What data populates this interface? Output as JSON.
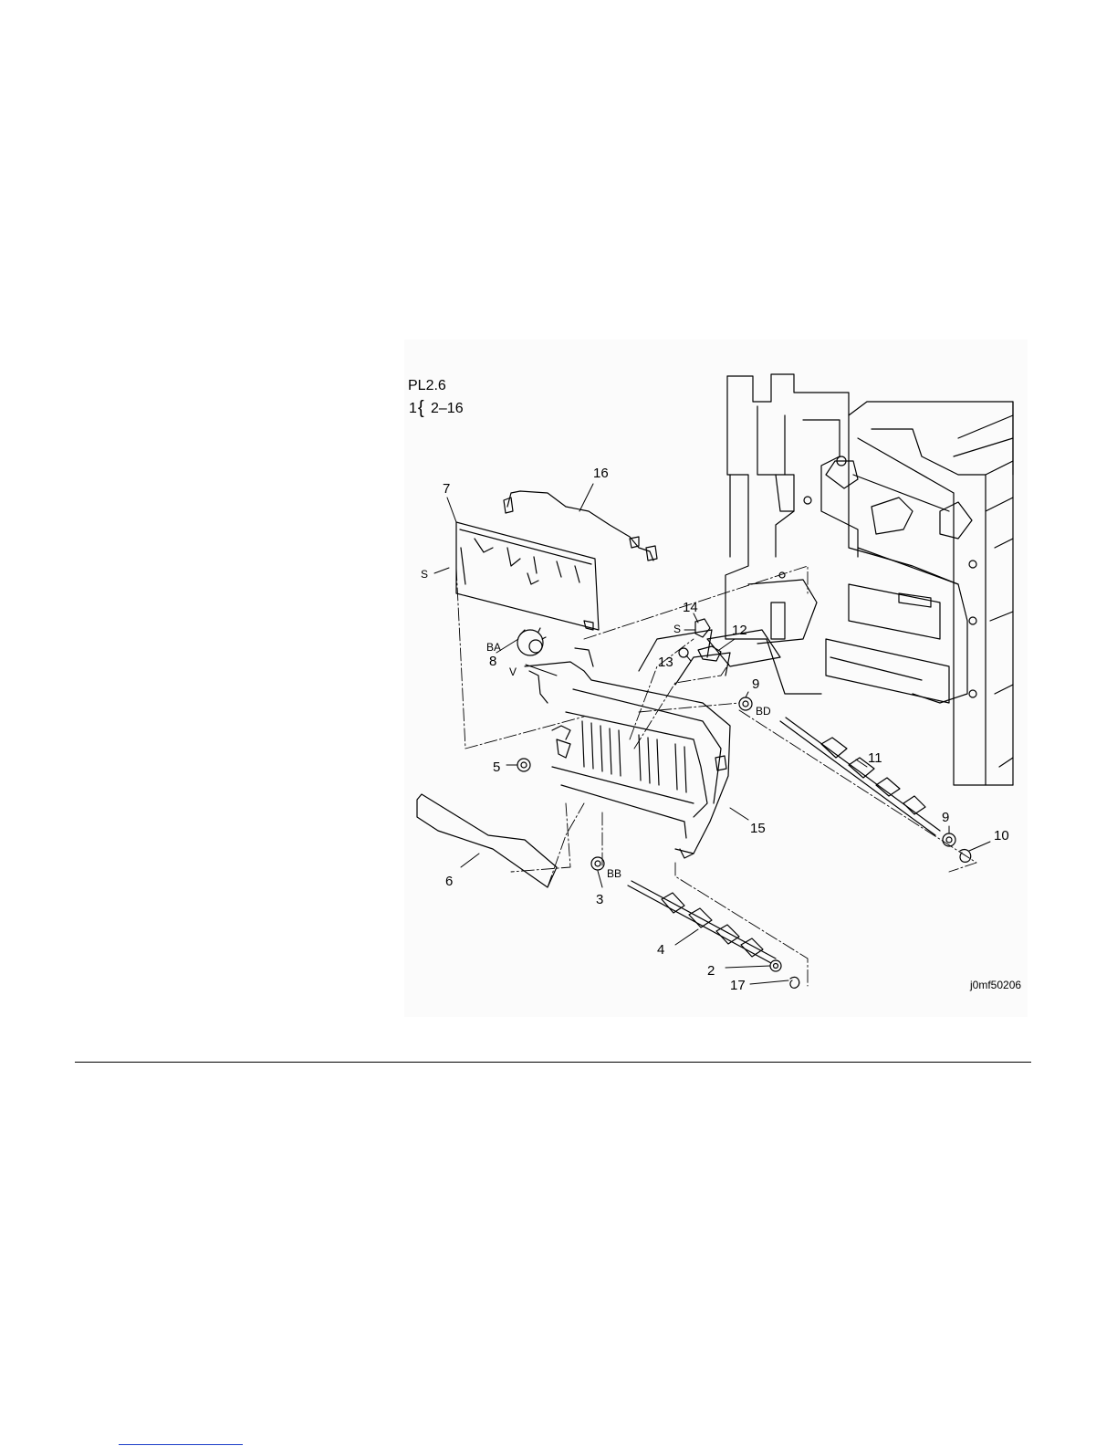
{
  "figure": {
    "plate_label": "PL2.6",
    "assembly_item": "1",
    "assembly_range": "2–16",
    "image_code": "j0mf50206",
    "callouts": [
      {
        "id": "c16",
        "text": "16"
      },
      {
        "id": "c7",
        "text": "7"
      },
      {
        "id": "cS1",
        "text": "S"
      },
      {
        "id": "cBA",
        "text": "BA"
      },
      {
        "id": "c8",
        "text": "8"
      },
      {
        "id": "cV",
        "text": "V"
      },
      {
        "id": "c14",
        "text": "14"
      },
      {
        "id": "cS2",
        "text": "S"
      },
      {
        "id": "c12",
        "text": "12"
      },
      {
        "id": "c13",
        "text": "13"
      },
      {
        "id": "c9a",
        "text": "9"
      },
      {
        "id": "cBD",
        "text": "BD"
      },
      {
        "id": "c11",
        "text": "11"
      },
      {
        "id": "c5",
        "text": "5"
      },
      {
        "id": "c15",
        "text": "15"
      },
      {
        "id": "c9b",
        "text": "9"
      },
      {
        "id": "c10",
        "text": "10"
      },
      {
        "id": "c6",
        "text": "6"
      },
      {
        "id": "c3",
        "text": "3"
      },
      {
        "id": "cBB",
        "text": "BB"
      },
      {
        "id": "c4",
        "text": "4"
      },
      {
        "id": "c2",
        "text": "2"
      },
      {
        "id": "c17",
        "text": "17"
      }
    ]
  },
  "footer": {
    "link_text": ""
  }
}
